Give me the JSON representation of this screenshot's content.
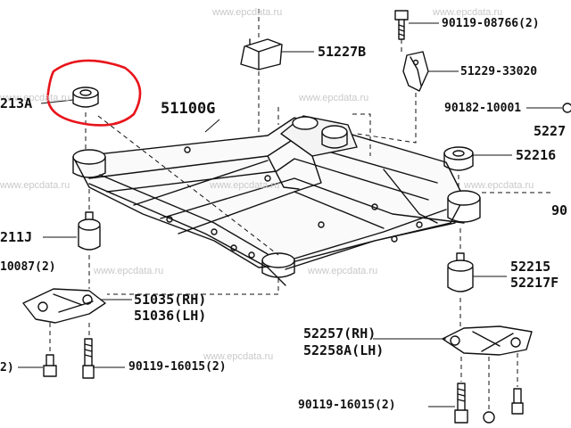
{
  "watermark": "www.epcdata.ru",
  "highlight_color": "#e8141b",
  "labels": {
    "p_213a": "213A",
    "p_51100g": "51100G",
    "p_51227b": "51227B",
    "p_90119_08766": "90119-08766(2)",
    "p_51229_33020": "51229-33020",
    "p_90182_10001": "90182-10001",
    "p_5227": "5227",
    "p_52216": "52216",
    "p_90": "90",
    "p_211j": "211J",
    "p_10087": "10087(2)",
    "p_51035": "51035(RH)",
    "p_51036": "51036(LH)",
    "p_52215": "52215",
    "p_52217f": "52217F",
    "p_52257": "52257(RH)",
    "p_52258a": "52258A(LH)",
    "p_90119_16015_a": "90119-16015(2)",
    "p_90119_16015_b": "90119-16015(2)",
    "p_2": "2)"
  }
}
